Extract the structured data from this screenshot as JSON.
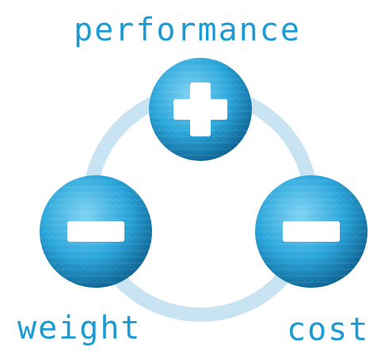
{
  "labels": {
    "top": "performance",
    "left": "weight",
    "right": "cost"
  },
  "nodes": {
    "top": {
      "sign": "plus",
      "icon": "plus-icon"
    },
    "left": {
      "sign": "minus",
      "icon": "minus-icon"
    },
    "right": {
      "sign": "minus",
      "icon": "minus-icon"
    }
  },
  "colors": {
    "text": "#1b9bd6",
    "ring": "#c8e4f2",
    "node_light": "#7fd3f3",
    "node_mid": "#2aa6db",
    "node_dark": "#0c5f8f",
    "sign": "#ffffff"
  }
}
